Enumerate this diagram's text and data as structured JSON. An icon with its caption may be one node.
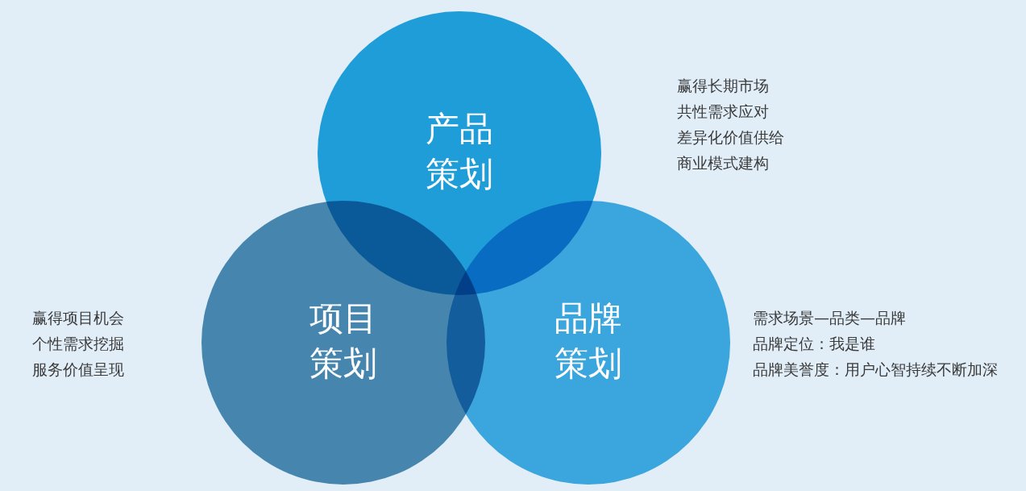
{
  "diagram": {
    "nodes": [
      {
        "text": [
          "产品策划"
        ],
        "beside": [
          "赢得长期市场",
          "共性需求应对",
          "差异化价值供给",
          "商业模式建构"
        ]
      },
      {
        "text": [
          "项目策划"
        ],
        "beside": [
          "赢得项目机会",
          "个性需求挖掘",
          "服务价值呈现"
        ]
      },
      {
        "text": [
          "品牌策划"
        ],
        "beside": [
          "需求场景—品类—品牌",
          "品牌定位：我是谁",
          "品牌美誉度：用户心智持续不断加深"
        ]
      }
    ]
  }
}
